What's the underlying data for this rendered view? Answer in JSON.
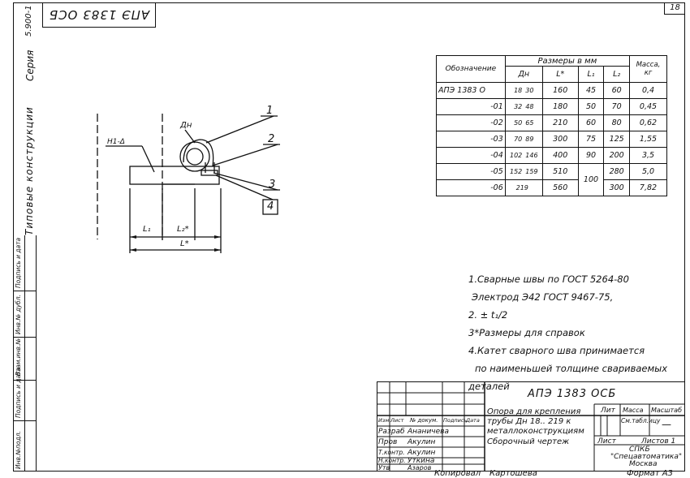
{
  "page_number": "18",
  "stamp": "АПЭ 1383 ОСБ",
  "sidebar": {
    "series_label": "Серия",
    "series_code": "5.900-1",
    "title": "Типовые конструкции",
    "fields": [
      "Инв.№подл.",
      "Подпись и дата",
      "Взам.инв.№",
      "Инв.№ дубл.",
      "Подпись и дата"
    ]
  },
  "drawing": {
    "callouts": [
      "1",
      "2",
      "3",
      "4"
    ],
    "label_dn": "Дн",
    "label_weld": "Н1-Δ",
    "dim_l1": "L₁",
    "dim_l2": "L₂*",
    "dim_l": "L*"
  },
  "dims_table": {
    "header_sizes": "Размеры в мм",
    "col_designation": "Обозначение",
    "col_dn": "Дн",
    "col_l": "L*",
    "col_l1": "L₁",
    "col_l2": "L₂",
    "col_mass": "Масса, кг",
    "rows": [
      {
        "des": "АПЭ 1383 О",
        "dn1": "18",
        "dn2": "30",
        "l": "160",
        "l1": "45",
        "l2": "60",
        "m": "0,4"
      },
      {
        "des": "-01",
        "dn1": "32",
        "dn2": "48",
        "l": "180",
        "l1": "50",
        "l2": "70",
        "m": "0,45"
      },
      {
        "des": "-02",
        "dn1": "50",
        "dn2": "65",
        "l": "210",
        "l1": "60",
        "l2": "80",
        "m": "0,62"
      },
      {
        "des": "-03",
        "dn1": "70",
        "dn2": "89",
        "l": "300",
        "l1": "75",
        "l2": "125",
        "m": "1,55"
      },
      {
        "des": "-04",
        "dn1": "102",
        "dn2": "146",
        "l": "400",
        "l1": "90",
        "l2": "200",
        "m": "3,5"
      },
      {
        "des": "-05",
        "dn1": "152",
        "dn2": "159",
        "l": "510",
        "l1": "100",
        "l2": "280",
        "m": "5,0"
      },
      {
        "des": "-06",
        "dn1": "219",
        "dn2": "",
        "l": "560",
        "l1": "",
        "l2": "300",
        "m": "7,82"
      }
    ]
  },
  "notes": [
    "1.Сварные швы по ГОСТ 5264-80",
    "Электрод Э42 ГОСТ 9467-75,",
    "2. ± t₁/2",
    "3*Размеры для справок",
    "4.Катет сварного шва принимается",
    "по наименьшей толщине свариваемых",
    "деталей"
  ],
  "title_block": {
    "doc_code": "АПЭ 1383 ОСБ",
    "name_line1": "Опора для крепления",
    "name_line2": "трубы Дн 18.. 219 к",
    "name_line3": "металлоконструкциям",
    "name_line4": "Сборочный чертеж",
    "col_izm": "Изм",
    "col_list": "Лист",
    "col_doc": "№ докум.",
    "col_sign": "Подпись",
    "col_date": "Дата",
    "razrab_role": "Разраб",
    "razrab_name": "Ананичева",
    "prov_role": "Пров",
    "prov_name": "Акулин",
    "tkontr_role": "Т.контр.",
    "tkontr_name": "Акулин",
    "nkontr_role": "Н.контр.",
    "nkontr_name": "Уткина",
    "utv_role": "Утв",
    "utv_name": "Азаров",
    "lit_label": "Лит",
    "mass_label": "Масса",
    "scale_label": "Масштаб",
    "mass_value": "См.табл.ицу",
    "scale_value": "—",
    "sheet_label": "Лист",
    "sheets_label": "Листов 1",
    "org_line1": "СПКБ",
    "org_line2": "\"Спецавтоматика\"",
    "org_line3": "Москва",
    "copied": "Копировал",
    "copied_name": "Картошева",
    "format": "Формат А3"
  }
}
